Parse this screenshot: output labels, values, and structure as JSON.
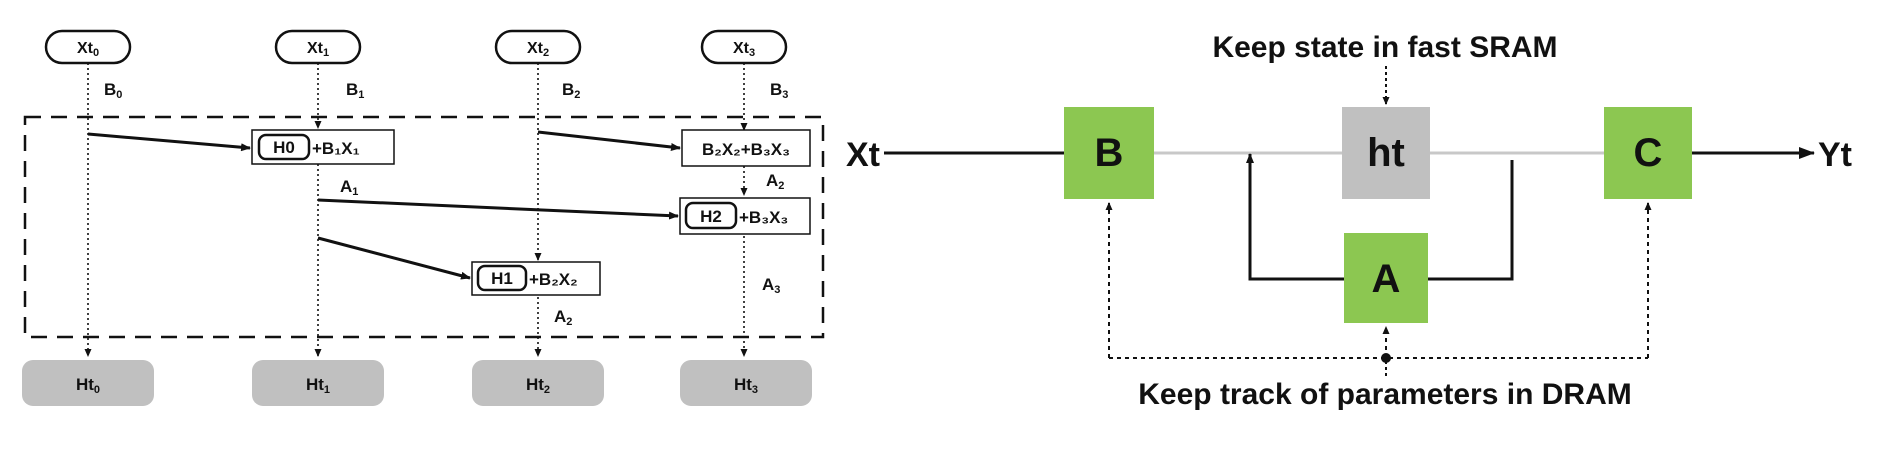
{
  "left_diagram": {
    "inputs": [
      {
        "base": "Xt",
        "sub": "0"
      },
      {
        "base": "Xt",
        "sub": "1"
      },
      {
        "base": "Xt",
        "sub": "2"
      },
      {
        "base": "Xt",
        "sub": "3"
      }
    ],
    "input_weights": [
      {
        "base": "B",
        "sub": "0"
      },
      {
        "base": "B",
        "sub": "1"
      },
      {
        "base": "B",
        "sub": "2"
      },
      {
        "base": "B",
        "sub": "3"
      }
    ],
    "outputs": [
      {
        "base": "Ht",
        "sub": "0"
      },
      {
        "base": "Ht",
        "sub": "1"
      },
      {
        "base": "Ht",
        "sub": "2"
      },
      {
        "base": "Ht",
        "sub": "3"
      }
    ],
    "nodes": {
      "h0": {
        "state": "H0",
        "rest": "+B₁X₁"
      },
      "b2x2b3x3": {
        "text": "B₂X₂+B₃X₃"
      },
      "h2": {
        "state": "H2",
        "rest": "+B₃X₃"
      },
      "h1": {
        "state": "H1",
        "rest": "+B₂X₂"
      }
    },
    "transition_labels": {
      "a1": {
        "base": "A",
        "sub": "1"
      },
      "a2_right": {
        "base": "A",
        "sub": "2"
      },
      "a3": {
        "base": "A",
        "sub": "3"
      },
      "a2_bottom": {
        "base": "A",
        "sub": "2"
      }
    }
  },
  "right_diagram": {
    "input": "Xt",
    "output": "Yt",
    "block_b": "B",
    "block_ht": "ht",
    "block_c": "C",
    "block_a": "A",
    "top_caption": "Keep state in fast SRAM",
    "bottom_caption": "Keep track of parameters in DRAM",
    "colors": {
      "green": "#8cc751",
      "gray": "#c0c0c0"
    }
  }
}
